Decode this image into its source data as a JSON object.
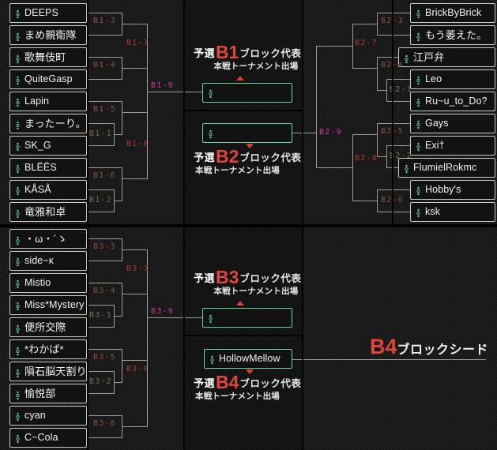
{
  "meta": {
    "accent_red": "#e0453a",
    "accent_green": "#64d59c",
    "line_color": "#9a9a9a",
    "round4_color": "#d2379b"
  },
  "blocks": {
    "b1": {
      "teams": [
        {
          "name": "DEEPS"
        },
        {
          "name": "まめ親衛隊"
        },
        {
          "name": "歌舞伎町"
        },
        {
          "name": "QuiteGasp"
        },
        {
          "name": "Lapin"
        },
        {
          "name": "まったーり。"
        },
        {
          "name": "SK_G"
        },
        {
          "name": "BLËËS"
        },
        {
          "name": "KÅSÅ"
        },
        {
          "name": "竜雅和卓"
        }
      ],
      "matches": {
        "m3": "B1-3",
        "m4": "B1-4",
        "m1": "B1-1",
        "m5": "B1-5",
        "m6": "B1-6",
        "m2": "B1-2",
        "m7": "B1-7",
        "m8": "B1-8",
        "m9": "B1-9"
      },
      "rep": {
        "prefix": "予選",
        "block": "B1",
        "suffix": "ブロック代表",
        "sub": "本戦トーナメント出場",
        "winner": ""
      }
    },
    "b2": {
      "teams": [
        {
          "name": "BrickByBrick"
        },
        {
          "name": "もう萎えた。"
        },
        {
          "name": "江戸弁"
        },
        {
          "name": "Leo"
        },
        {
          "name": "Ru~u_to_Do?"
        },
        {
          "name": "Gays"
        },
        {
          "name": "Exi†"
        },
        {
          "name": "FlumielRokmc"
        },
        {
          "name": "Hobby's"
        },
        {
          "name": "ksk"
        }
      ],
      "matches": {
        "m3": "B2-3",
        "m1": "B2-1",
        "m4": "B2-4",
        "m5": "B2-5",
        "m2": "B2-2",
        "m6": "B2-6",
        "m7": "B2-7",
        "m8": "B2-8",
        "m9": "B2-9"
      },
      "rep": {
        "prefix": "予選",
        "block": "B2",
        "suffix": "ブロック代表",
        "sub": "本戦トーナメント出場",
        "winner": ""
      }
    },
    "b3": {
      "teams": [
        {
          "name": "・ω・´ゝ"
        },
        {
          "name": "side−κ"
        },
        {
          "name": "Mistio"
        },
        {
          "name": "Miss*Mystery"
        },
        {
          "name": "便所交際"
        },
        {
          "name": "*わかば*"
        },
        {
          "name": "隕石脳天割り"
        },
        {
          "name": "愉悦部"
        },
        {
          "name": "cyan"
        },
        {
          "name": "C~Cola"
        }
      ],
      "matches": {
        "m3": "B3-3",
        "m4": "B3-4",
        "m1": "B3-1",
        "m5": "B3-5",
        "m2": "B3-2",
        "m6": "B3-6",
        "m7": "B3-7",
        "m8": "B3-8",
        "m9": "B3-9"
      },
      "rep": {
        "prefix": "予選",
        "block": "B3",
        "suffix": "ブロック代表",
        "sub": "本戦トーナメント出場",
        "winner": ""
      }
    },
    "b4": {
      "teams": [
        {
          "name": "HollowMellow"
        }
      ],
      "rep": {
        "prefix": "予選",
        "block": "B4",
        "suffix": "ブロック代表",
        "sub": "本戦トーナメント出場"
      },
      "seed": {
        "block": "B4",
        "label": "ブロックシード"
      }
    }
  }
}
